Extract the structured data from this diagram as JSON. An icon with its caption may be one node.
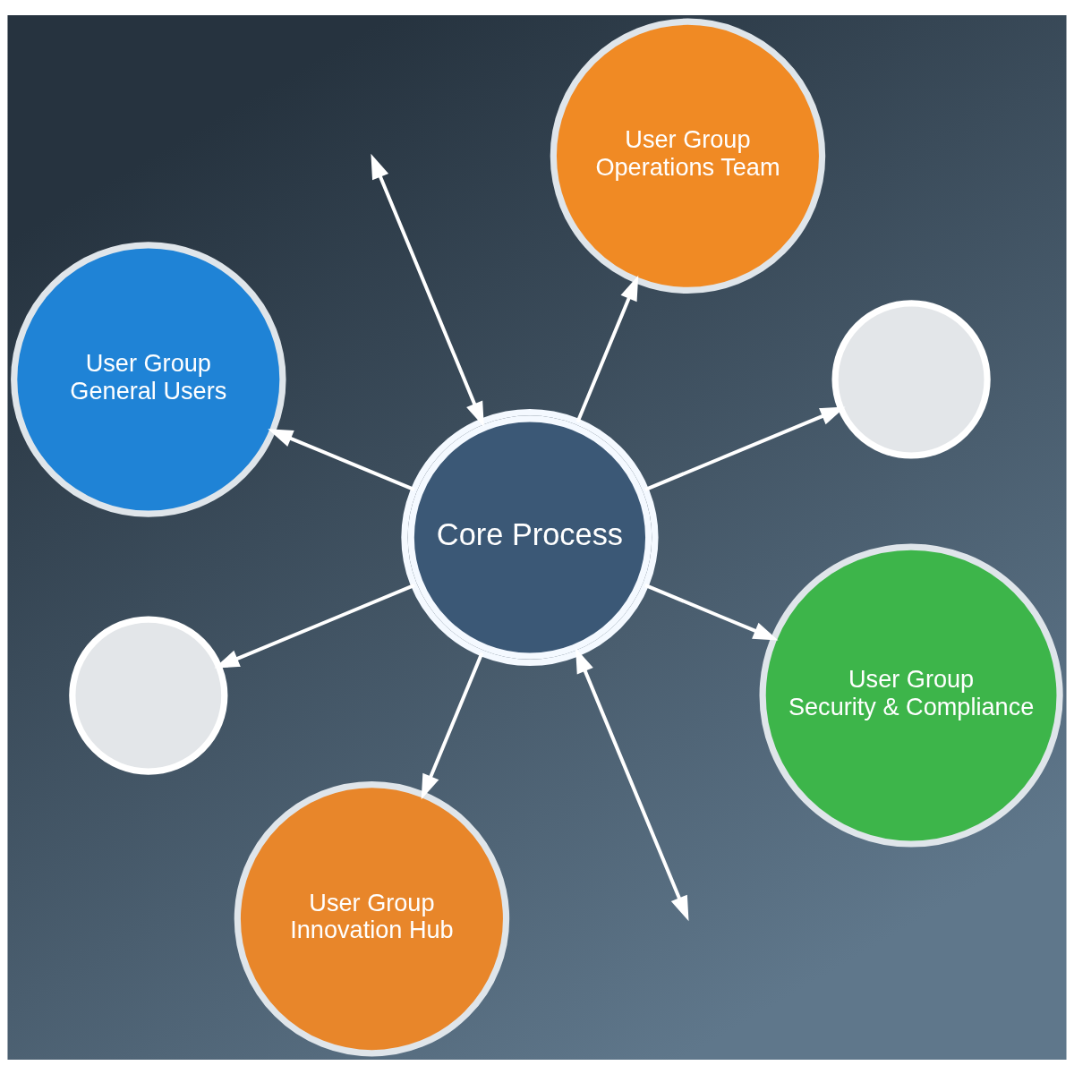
{
  "diagram": {
    "nodes": [
      {
        "text": [
          "User Group",
          "General Users"
        ]
      },
      {
        "text": [
          "User Group",
          "Operations Team"
        ]
      },
      {
        "text": [],
        "shape": "circle"
      },
      {
        "text": [
          "Core Process"
        ]
      },
      {
        "text": [],
        "shape": "circle"
      },
      {
        "text": [
          "User Group",
          "Innovation Hub"
        ]
      },
      {
        "text": [
          "User Group",
          "Security & Compliance"
        ]
      }
    ],
    "edges": [
      {
        "from": 3,
        "to": 0,
        "arrow": "to"
      },
      {
        "from": 3,
        "to": 1,
        "arrow": "to"
      },
      {
        "from": 3,
        "to": 2,
        "arrow": "to"
      },
      {
        "from": 3,
        "to": 4,
        "arrow": "to"
      },
      {
        "from": 3,
        "to": 5,
        "arrow": "to"
      },
      {
        "from": 3,
        "to": 6,
        "arrow": "to"
      },
      {
        "from": 3,
        "to": null,
        "arrow": "both"
      },
      {
        "from": 3,
        "to": null,
        "arrow": "both"
      }
    ]
  }
}
